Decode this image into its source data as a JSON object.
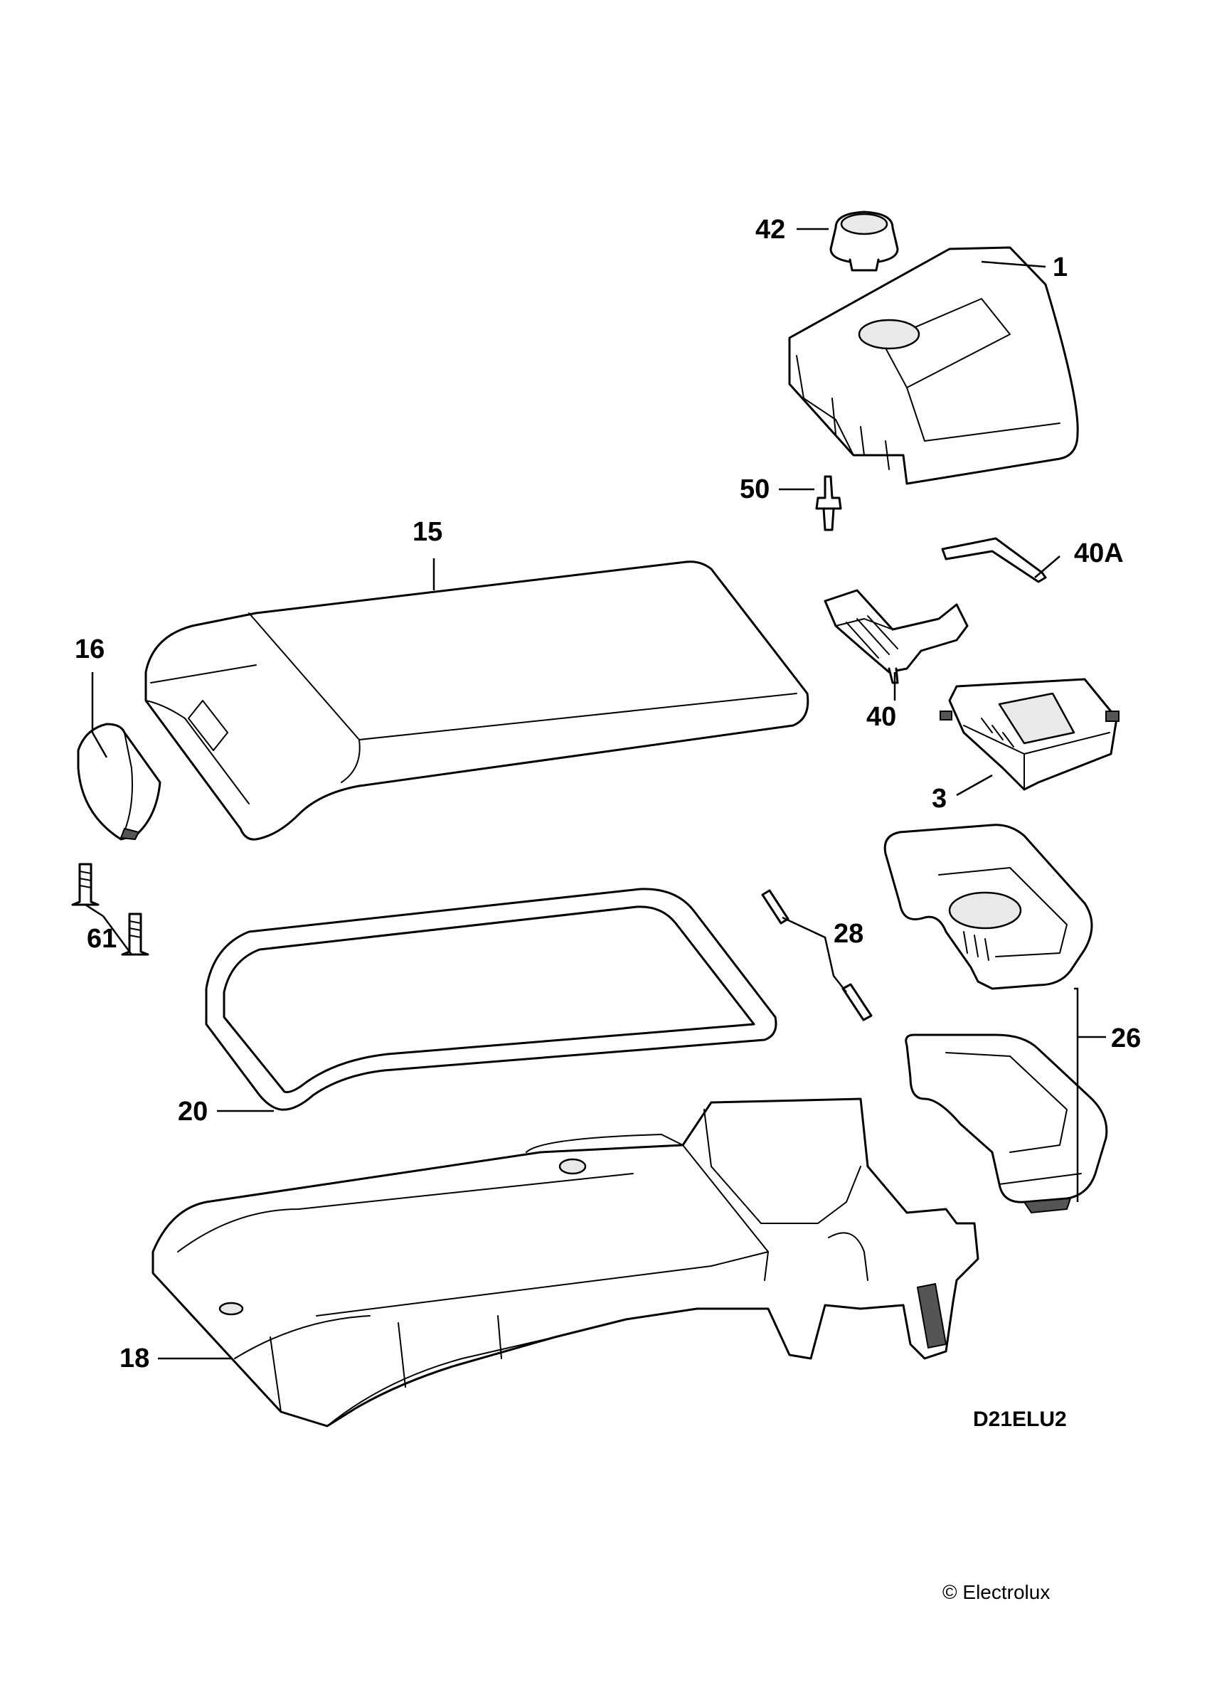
{
  "diagram": {
    "code": "D21ELU2",
    "copyright": "© Electrolux"
  },
  "callouts": {
    "c42": "42",
    "c1": "1",
    "c50": "50",
    "c40A": "40A",
    "c15": "15",
    "c16": "16",
    "c40": "40",
    "c3": "3",
    "c61": "61",
    "c28": "28",
    "c26": "26",
    "c20": "20",
    "c18": "18"
  }
}
